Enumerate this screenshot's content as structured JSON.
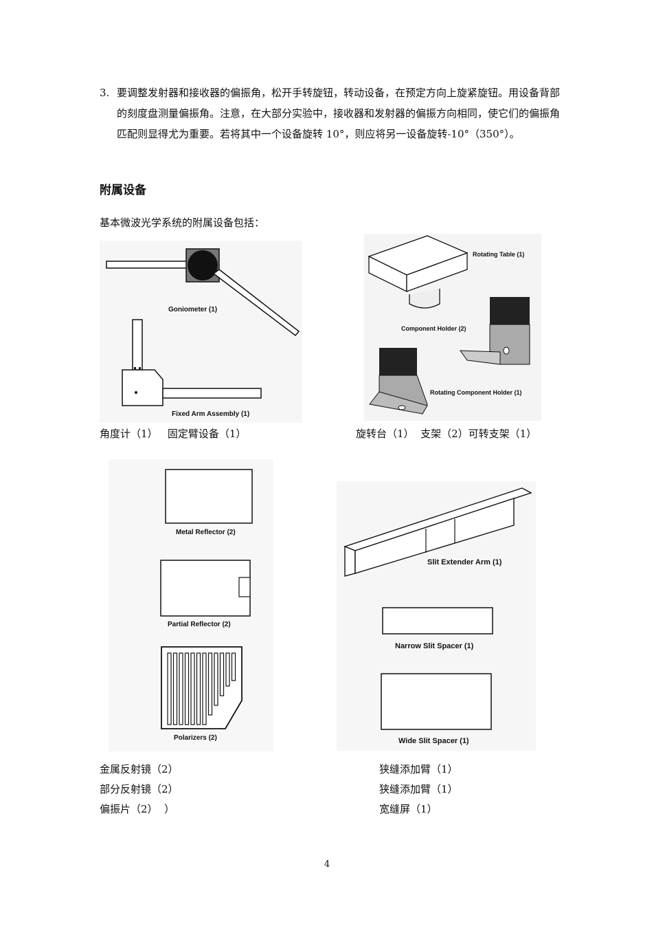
{
  "paragraph": {
    "number": "3.",
    "text": "要调整发射器和接收器的偏振角，松开手转旋钮，转动设备，在预定方向上旋紧旋钮。用设备背部的刻度盘测量偏振角。注意，在大部分实验中，接收器和发射器的偏振方向相同，使它们的偏振角匹配则显得尤为重要。若将其中一个设备旋转 10°，则应将另一设备旋转-10°（350°）。"
  },
  "section_heading": "附属设备",
  "intro": "基本微波光学系统的附属设备包括：",
  "figures": {
    "goniometer_label": "Goniometer (1)",
    "fixed_arm_label": "Fixed Arm Assembly (1)",
    "rotating_table_label": "Rotating Table (1)",
    "component_holder_label": "Component Holder (2)",
    "rotating_component_holder_label": "Rotating Component Holder (1)",
    "metal_reflector_label": "Metal Reflector (2)",
    "partial_reflector_label": "Partial Reflector (2)",
    "polarizers_label": "Polarizers (2)",
    "slit_extender_label": "Slit Extender Arm (1)",
    "narrow_slit_label": "Narrow Slit Spacer (1)",
    "wide_slit_label": "Wide Slit Spacer (1)"
  },
  "captions": {
    "row1_left": "角度计（1）   固定臂设备（1）",
    "row1_right": "旋转台（1）  支架（2）可转支架（1）",
    "left": [
      "金属反射镜（2）",
      "部分反射镜（2）",
      "偏振片（2）  ）"
    ],
    "right": [
      "狭缝添加臂（1）",
      "狭缝添加臂（1）",
      "宽缝屏（1）"
    ]
  },
  "page_number": "4"
}
